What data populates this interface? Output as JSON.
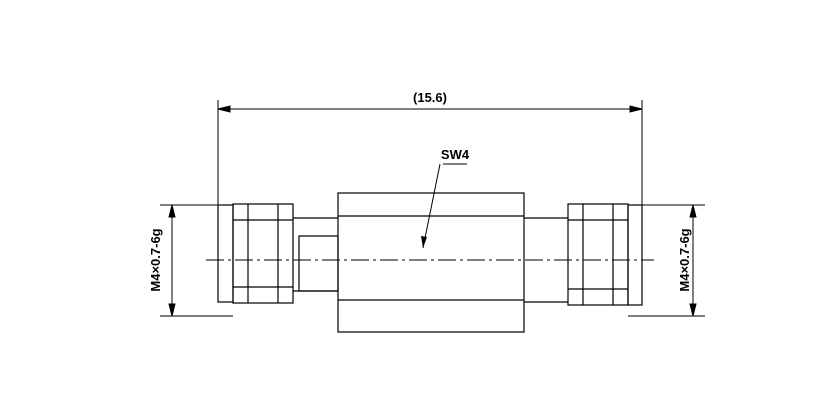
{
  "drawing": {
    "overall_length": "(15.6)",
    "wrench_label": "SW4",
    "thread_left": "M4×0.7-6g",
    "thread_right": "M4×0.7-6g"
  },
  "colors": {
    "line": "#000000",
    "background": "#ffffff"
  }
}
